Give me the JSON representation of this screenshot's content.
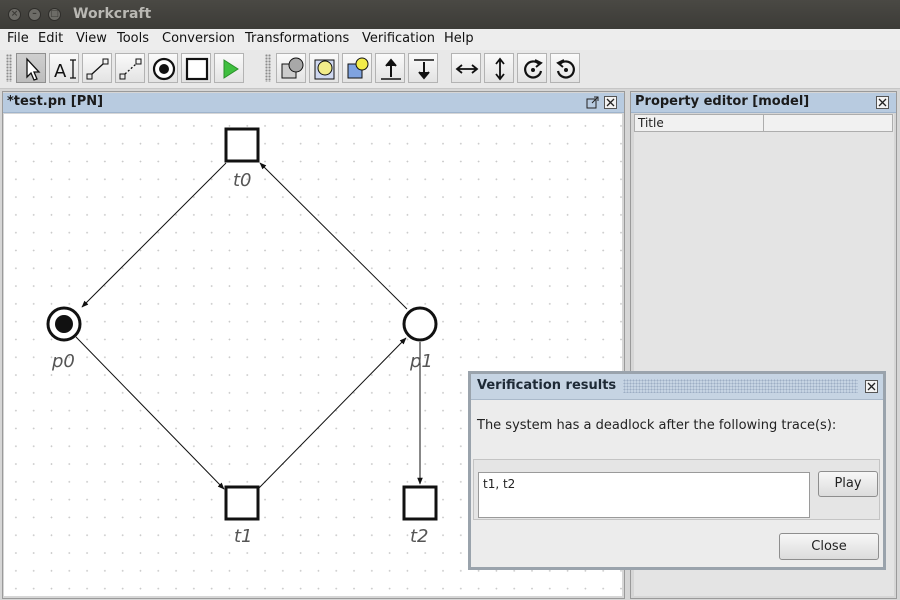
{
  "window": {
    "title": "Workcraft"
  },
  "menu": [
    "File",
    "Edit",
    "View",
    "Tools",
    "Conversion",
    "Transformations",
    "Verification",
    "Help"
  ],
  "toolbar": {
    "tools": [
      "select-tool",
      "text-tool",
      "connect-tool",
      "connect-dotted-tool",
      "place-tool",
      "transition-tool",
      "simulation-tool"
    ],
    "transform_tools": [
      "mirror-group-tool",
      "mirror-ungroup-tool",
      "mirror-page-tool",
      "move-up-tool",
      "move-down-tool",
      "flip-horizontal-tool",
      "flip-vertical-tool",
      "rotate-clockwise-tool",
      "rotate-counterclockwise-tool"
    ]
  },
  "editor": {
    "tab_title": "*test.pn [PN]",
    "nodes": {
      "t0": "t0",
      "t1": "t1",
      "t2": "t2",
      "p0": "p0",
      "p1": "p1"
    },
    "marked_places": [
      "p0"
    ]
  },
  "property_editor": {
    "title": "Property editor [model]",
    "columns": [
      "Title",
      ""
    ]
  },
  "dialog": {
    "title": "Verification results",
    "message": "The system has a deadlock after the following trace(s):",
    "trace": "t1, t2",
    "play_label": "Play",
    "close_label": "Close"
  }
}
